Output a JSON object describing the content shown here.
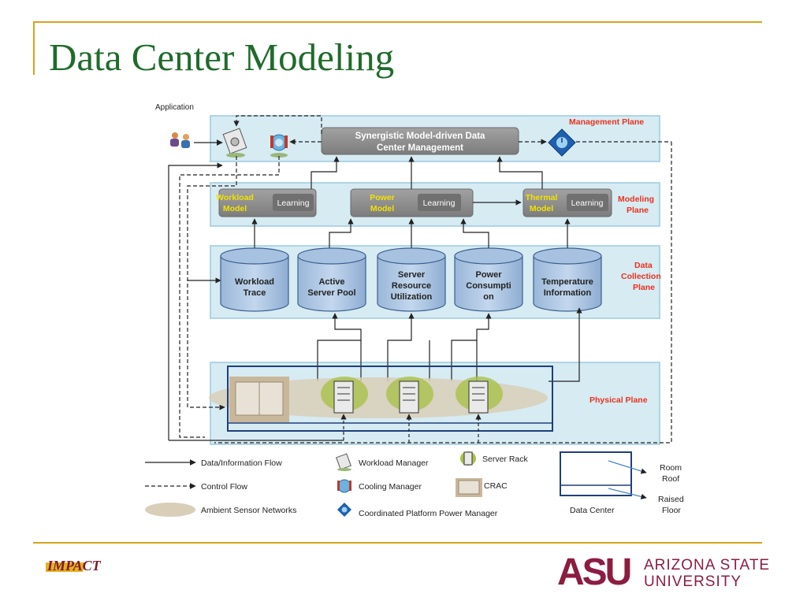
{
  "slide": {
    "title": "Data Center Modeling"
  },
  "diagram": {
    "application_label": "Application",
    "management": {
      "plane_label": "Management Plane",
      "box_line1": "Synergistic Model-driven Data",
      "box_line2": "Center Management"
    },
    "modeling": {
      "plane_line1": "Modeling",
      "plane_line2": "Plane",
      "workload_line1": "Workload",
      "workload_line2": "Model",
      "power_line1": "Power",
      "power_line2": "Model",
      "thermal_line1": "Thermal",
      "thermal_line2": "Model",
      "learning": "Learning"
    },
    "collection": {
      "plane_line1": "Data",
      "plane_line2": "Collection",
      "plane_line3": "Plane",
      "workload_trace_1": "Workload",
      "workload_trace_2": "Trace",
      "active_pool_1": "Active",
      "active_pool_2": "Server Pool",
      "util_1": "Server",
      "util_2": "Resource",
      "util_3": "Utilization",
      "power_1": "Power",
      "power_2": "Consumpti",
      "power_3": "on",
      "temp_1": "Temperature",
      "temp_2": "Information"
    },
    "physical": {
      "plane_label": "Physical Plane"
    },
    "legend": {
      "data_flow": "Data/Information Flow",
      "control_flow": "Control Flow",
      "ambient": "Ambient Sensor Networks",
      "workload_manager": "Workload Manager",
      "cooling_manager": "Cooling Manager",
      "coordinated": "Coordinated Platform Power Manager",
      "server_rack": "Server Rack",
      "crac": "CRAC",
      "data_center": "Data Center",
      "room_roof_1": "Room",
      "room_roof_2": "Roof",
      "raised_floor_1": "Raised",
      "raised_floor_2": "Floor"
    }
  },
  "footer": {
    "impact_logo": "IMPACT",
    "asu_mark": "ASU",
    "asu_line1": "ARIZONA STATE",
    "asu_line2": "UNIVERSITY"
  },
  "colors": {
    "title": "#1f6b2b",
    "accent_line": "#d8a31a",
    "plane_bg": "#d7ebf3",
    "plane_border": "#9ccbe0",
    "plane_label": "#e8321e",
    "model_label": "#f2e200",
    "asu_maroon": "#8c1d40"
  }
}
